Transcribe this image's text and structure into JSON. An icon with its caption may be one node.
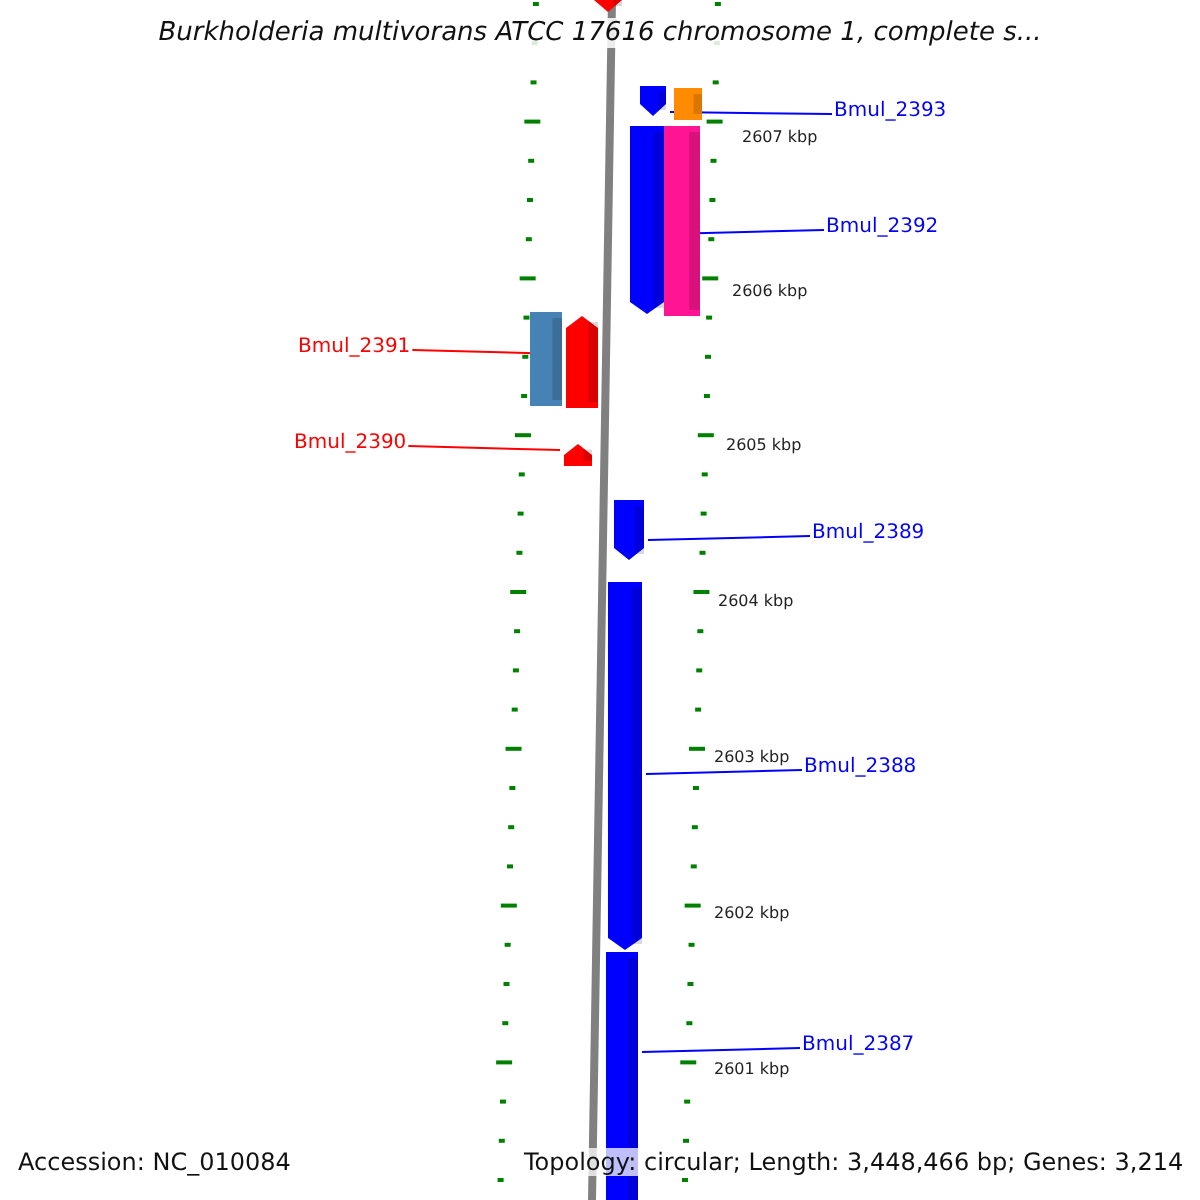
{
  "diagram": {
    "title": "Burkholderia multivorans ATCC 17616 chromosome 1, complete s...",
    "nodes": [
      {
        "text": [
          "Bmul_2393"
        ]
      },
      {
        "text": [
          "Bmul_2392"
        ]
      },
      {
        "text": [
          "Bmul_2391"
        ]
      },
      {
        "text": [
          "Bmul_2390"
        ]
      },
      {
        "text": [
          "Bmul_2389"
        ]
      },
      {
        "text": [
          "Bmul_2388"
        ]
      },
      {
        "text": [
          "Bmul_2387"
        ]
      },
      {
        "text": [],
        "shape": "bar"
      },
      {
        "text": [],
        "shape": "bar"
      },
      {
        "text": [],
        "shape": "bar"
      },
      {
        "text": [],
        "shape": "bar"
      },
      {
        "text": [],
        "shape": "bar"
      },
      {
        "text": [],
        "shape": "bar"
      },
      {
        "text": [],
        "shape": "bar"
      },
      {
        "text": [],
        "shape": "bar"
      },
      {
        "text": [],
        "shape": "bar"
      },
      {
        "text": [],
        "shape": "bar"
      },
      {
        "text": [],
        "shape": "bar"
      }
    ],
    "edges": [
      {
        "from": 0,
        "to": 8,
        "arrow": "none"
      },
      {
        "from": 1,
        "to": 10,
        "arrow": "none"
      },
      {
        "from": 2,
        "to": 13,
        "arrow": "none",
        "color": "#ff0000"
      },
      {
        "from": 3,
        "to": 14,
        "arrow": "none",
        "color": "#ff0000"
      },
      {
        "from": 4,
        "to": 15,
        "arrow": "none"
      },
      {
        "from": 5,
        "to": 16,
        "arrow": "none"
      },
      {
        "from": 6,
        "to": 17,
        "arrow": "none"
      }
    ],
    "labels": [
      "2607 kbp",
      "2606 kbp",
      "2605 kbp",
      "2604 kbp",
      "2603 kbp",
      "2602 kbp",
      "2601 kbp",
      "Accession: NC_010084",
      "Topology: circular; Length: 3,448,466 bp; Genes: 3,214"
    ]
  }
}
